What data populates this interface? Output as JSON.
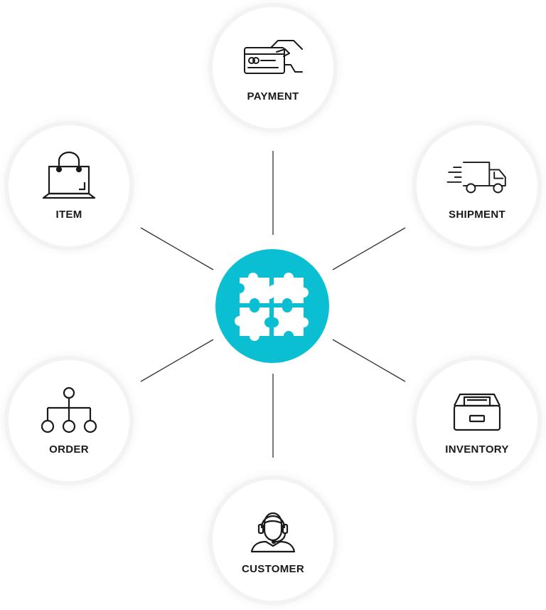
{
  "hub": {
    "icon": "puzzle-icon",
    "color": "#0bbfd3"
  },
  "nodes": [
    {
      "id": "payment",
      "label": "PAYMENT",
      "icon": "card-hand-icon"
    },
    {
      "id": "shipment",
      "label": "SHIPMENT",
      "icon": "truck-icon"
    },
    {
      "id": "inventory",
      "label": "INVENTORY",
      "icon": "inventory-drawer-icon"
    },
    {
      "id": "customer",
      "label": "CUSTOMER",
      "icon": "headset-agent-icon"
    },
    {
      "id": "order",
      "label": "ORDER",
      "icon": "hierarchy-icon"
    },
    {
      "id": "item",
      "label": "ITEM",
      "icon": "shopping-bag-icon"
    }
  ],
  "colors": {
    "line": "#333333",
    "icon": "#1a1a1a",
    "node_ring": "#f3f3f3"
  }
}
